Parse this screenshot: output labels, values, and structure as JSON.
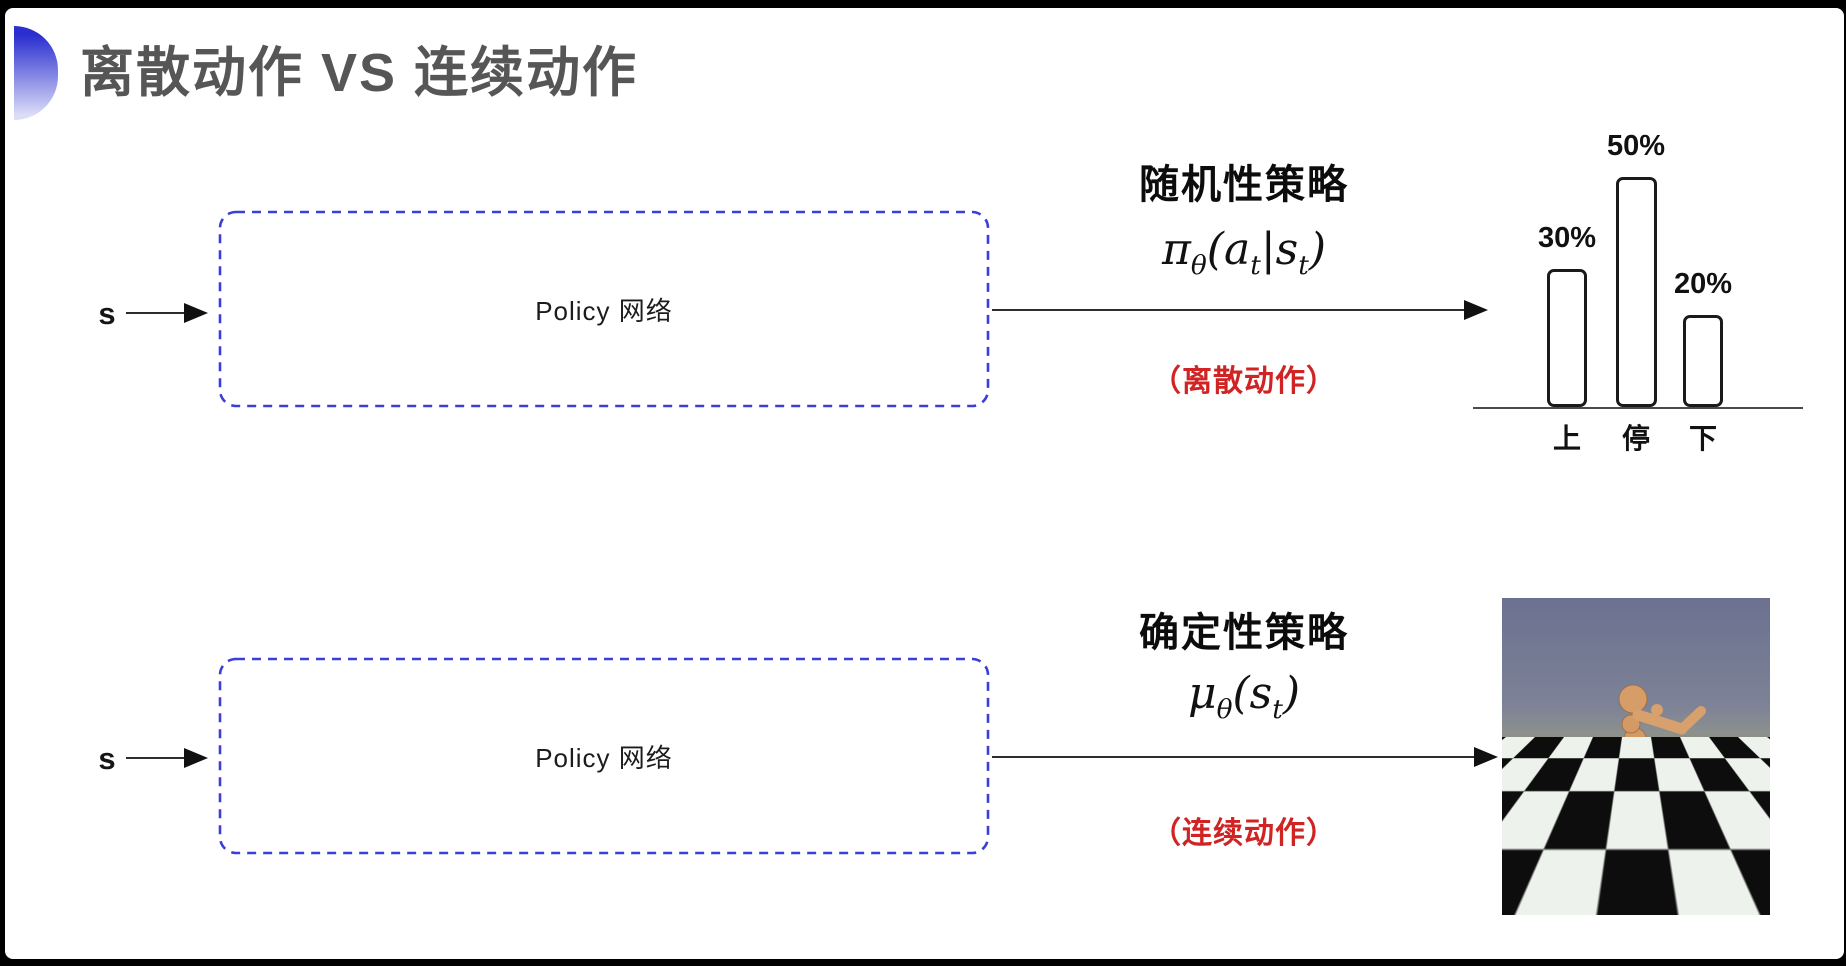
{
  "title": "离散动作 VS 连续动作",
  "colors": {
    "accent_blue": "#3c3ed9",
    "circle_top": "#2b2fd0",
    "circle_bottom": "#dcddf7",
    "title_gray": "#565656",
    "red": "#d02323",
    "bar_outline": "#1a1a1a",
    "sky_top": "#6b7190",
    "sky_horizon": "#90948c",
    "floor_dark": "#0d0d0d",
    "floor_light": "#edf2ec",
    "robot_tan": "#d49a66"
  },
  "rows": [
    {
      "input_label": "s",
      "box_label": "Policy 网络",
      "policy_type": "随机性策略",
      "formula": {
        "base": "π",
        "base_sub": "θ",
        "open": "(",
        "arg1": "a",
        "arg1_sub": "t",
        "sep": "|",
        "arg2": "s",
        "arg2_sub": "t",
        "close": ")"
      },
      "action_note": "（离散动作）"
    },
    {
      "input_label": "s",
      "box_label": "Policy 网络",
      "policy_type": "确定性策略",
      "formula": {
        "base": "μ",
        "base_sub": "θ",
        "open": "(",
        "arg1": "s",
        "arg1_sub": "t",
        "sep": "",
        "arg2": "",
        "arg2_sub": "",
        "close": ")"
      },
      "action_note": "（连续动作）"
    }
  ],
  "chart_data": {
    "type": "bar",
    "title": "",
    "categories": [
      "上",
      "停",
      "下"
    ],
    "values": [
      30,
      50,
      20
    ],
    "value_labels": [
      "30%",
      "50%",
      "20%"
    ],
    "xlabel": "",
    "ylabel": "",
    "ylim": [
      0,
      60
    ],
    "grid": false,
    "legend": false,
    "bar_style": "outlined-rounded"
  }
}
